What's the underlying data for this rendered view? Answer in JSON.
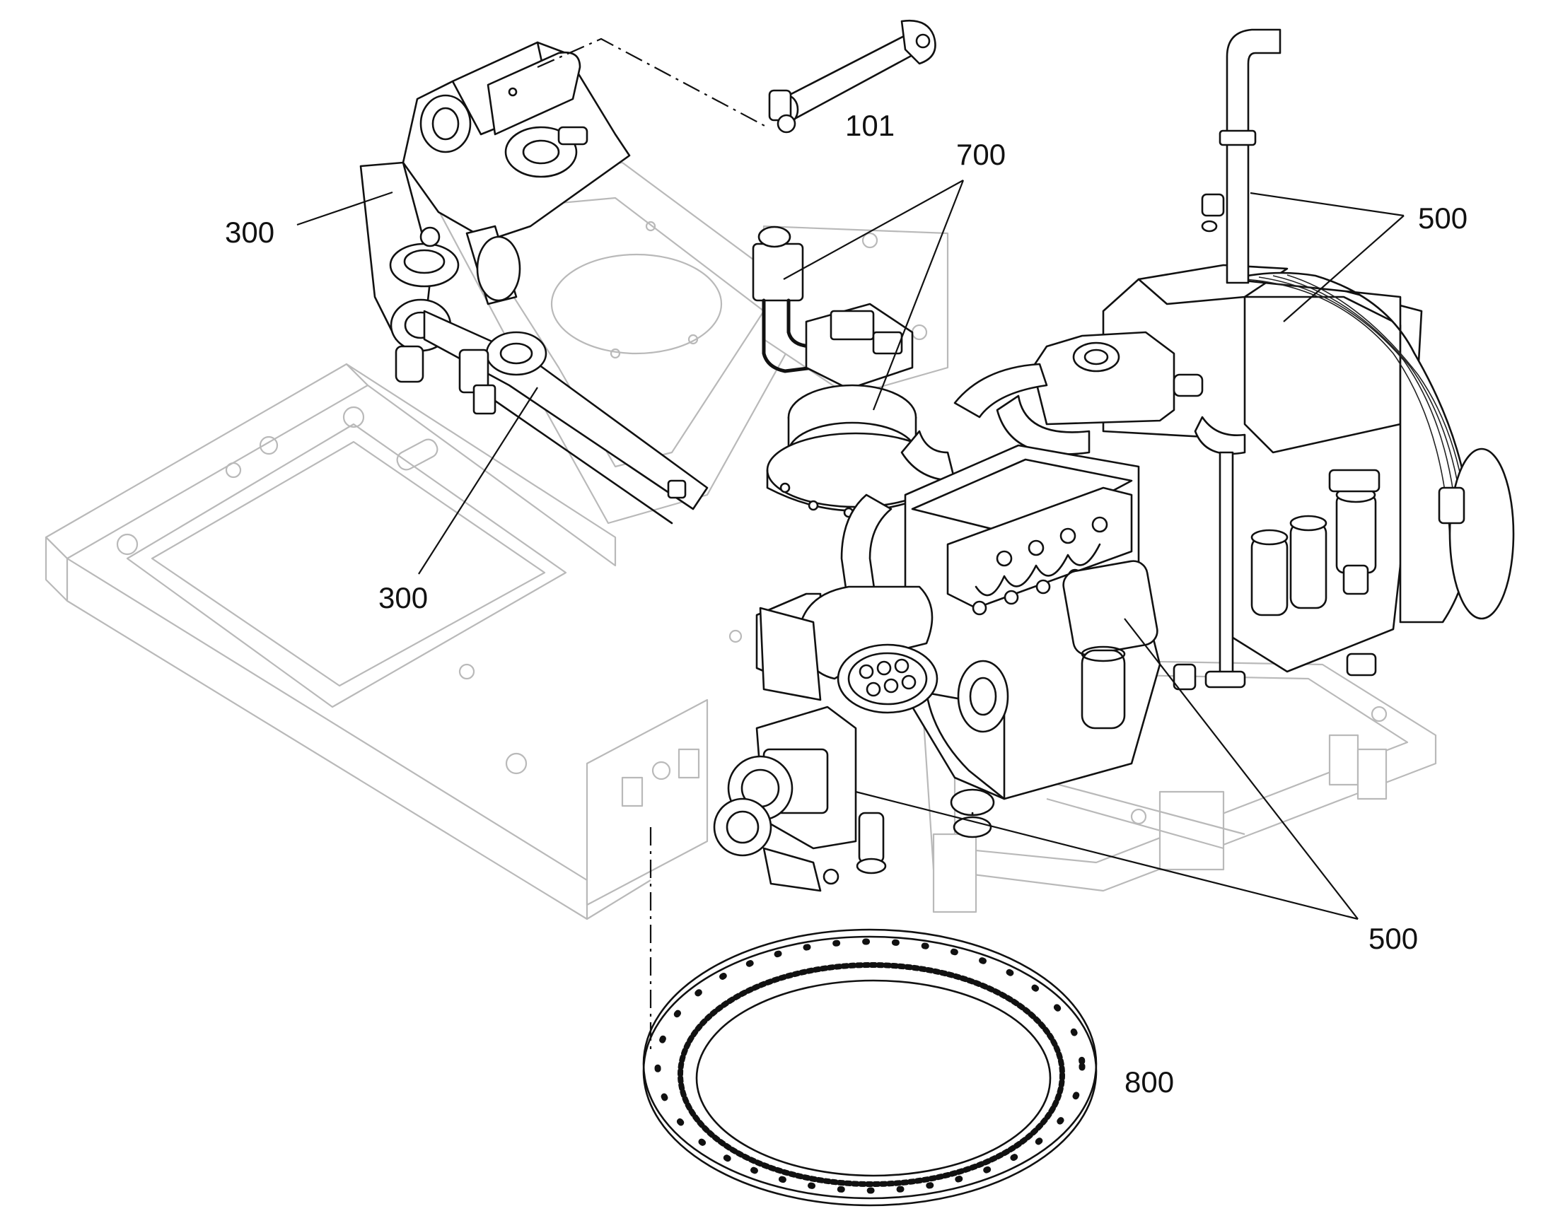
{
  "callouts": {
    "c101": "101",
    "c700": "700",
    "c300_top": "300",
    "c300_mid": "300",
    "c500_top": "500",
    "c500_bottom": "500",
    "c800": "800"
  },
  "colors": {
    "ink": "#111111",
    "ghost": "#b9b9b9",
    "background": "#ffffff"
  }
}
